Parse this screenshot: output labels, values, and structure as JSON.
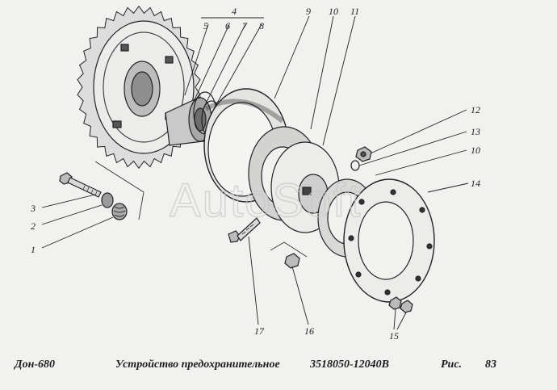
{
  "watermark": "AutoSoft",
  "callouts": [
    "1",
    "2",
    "3",
    "4",
    "5",
    "6",
    "7",
    "8",
    "9",
    "10",
    "11",
    "12",
    "13",
    "10",
    "14",
    "15",
    "16",
    "17"
  ],
  "caption": {
    "model": "Дон-680",
    "title": "Устройство предохранительное",
    "code": "3518050-12040В",
    "figure_label": "Рис.",
    "figure_number": "83"
  },
  "colors": {
    "ink": "#222222",
    "paper": "#f1f1ef",
    "watermark": "#c8c8c8"
  }
}
